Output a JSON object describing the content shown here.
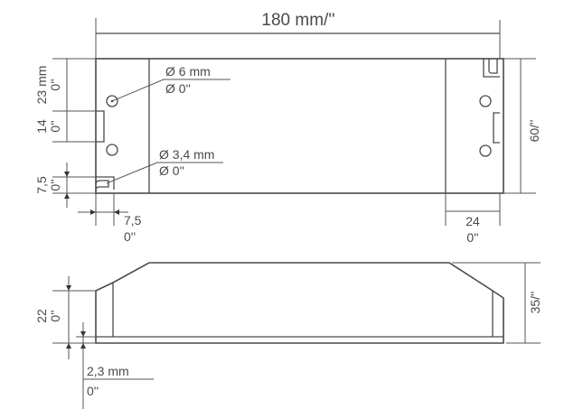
{
  "top_view": {
    "length_label": "180 mm/''",
    "height_label": "60/''",
    "hole_large": {
      "mm": "Ø 6 mm",
      "inch": "Ø 0''"
    },
    "hole_small": {
      "mm": "Ø 3,4 mm",
      "inch": "Ø 0''"
    },
    "dim_23": {
      "mm": "23 mm",
      "inch": "0''"
    },
    "dim_14": {
      "mm": "14",
      "inch": "0''"
    },
    "dim_7_5_vertical": {
      "mm": "7,5",
      "inch": "0''"
    },
    "dim_7_5_horizontal": {
      "mm": "7,5",
      "inch": "0''"
    },
    "dim_24": {
      "mm": "24",
      "inch": "0''"
    }
  },
  "side_view": {
    "height_label": "35/''",
    "dim_22": {
      "mm": "22",
      "inch": "0''"
    },
    "dim_2_3": {
      "mm": "2,3 mm",
      "inch": "0''"
    }
  }
}
